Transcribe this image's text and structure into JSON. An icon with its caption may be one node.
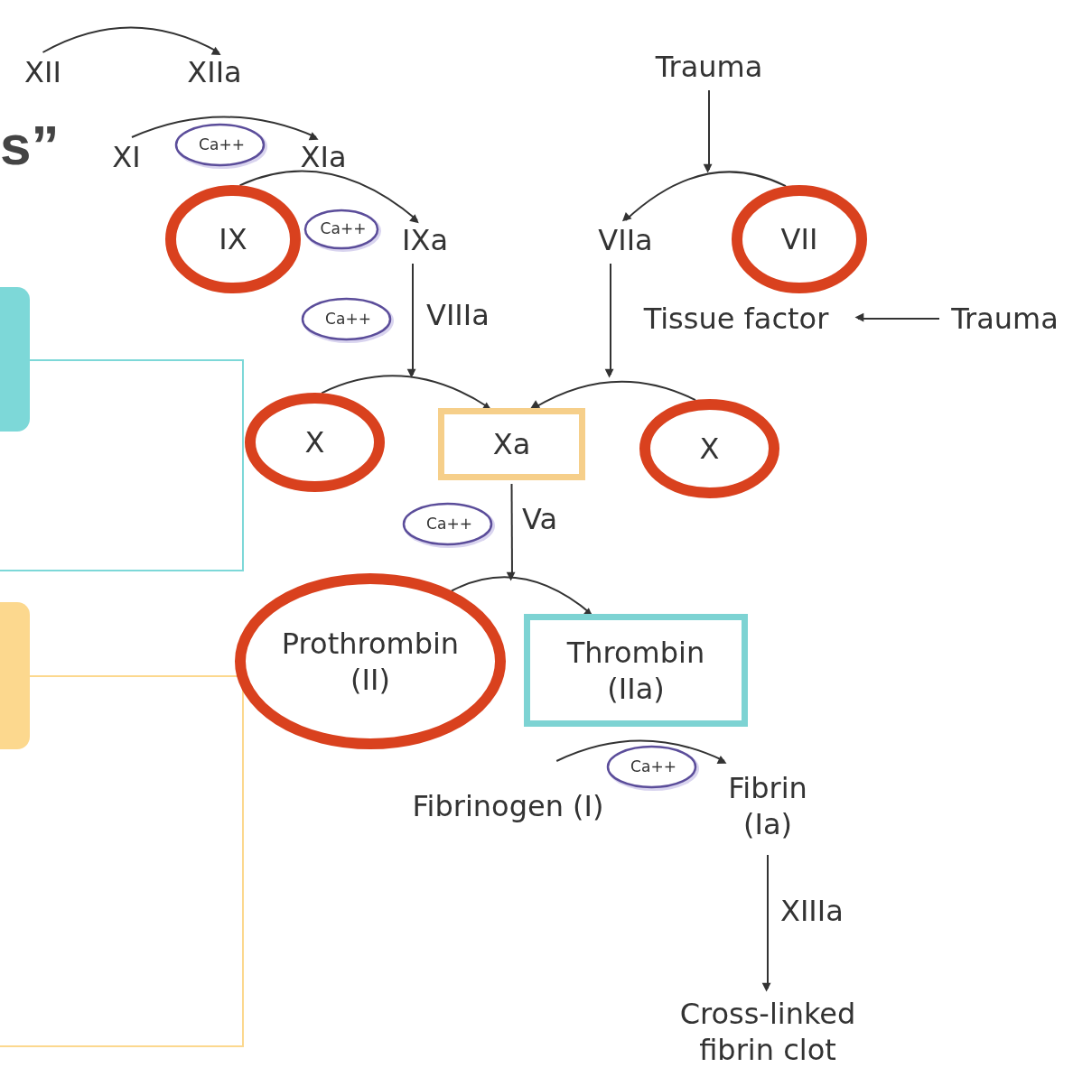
{
  "diagram": {
    "nodes": [
      {
        "text": [
          "XII"
        ]
      },
      {
        "text": [
          "XIIa"
        ]
      },
      {
        "text": [
          "XI"
        ]
      },
      {
        "text": [
          "Ca++"
        ]
      },
      {
        "text": [
          "XIa"
        ]
      },
      {
        "text": [
          "Trauma"
        ]
      },
      {
        "text": [
          "IX"
        ]
      },
      {
        "text": [
          "Ca++"
        ]
      },
      {
        "text": [
          "IXa"
        ]
      },
      {
        "text": [
          "VIIa"
        ]
      },
      {
        "text": [
          "VII"
        ]
      },
      {
        "text": [
          "Ca++"
        ]
      },
      {
        "text": [
          "Tissue factor"
        ]
      },
      {
        "text": [
          "Trauma"
        ]
      },
      {
        "text": [
          "X"
        ]
      },
      {
        "text": [
          "Xa"
        ]
      },
      {
        "text": [
          "X"
        ]
      },
      {
        "text": [
          "Ca++"
        ]
      },
      {
        "text": [
          "Prothrombin (II)"
        ]
      },
      {
        "text": [
          "Thrombin (IIa)"
        ]
      },
      {
        "text": [
          "Fibrinogen (I)"
        ]
      },
      {
        "text": [
          "Ca++"
        ]
      },
      {
        "text": [
          "Fibrin (Ia)"
        ]
      },
      {
        "text": [
          "Cross-linked fibrin clot"
        ]
      }
    ],
    "edges": [
      {
        "from": 0,
        "to": 1,
        "arrow": "to"
      },
      {
        "from": 2,
        "to": 4,
        "arrow": "to"
      },
      {
        "from": 6,
        "to": 8,
        "arrow": "to"
      },
      {
        "from": 5,
        "to": null,
        "arrow": "to"
      },
      {
        "from": 10,
        "to": 9,
        "arrow": "to"
      },
      {
        "from": 8,
        "to": null,
        "arrow": "to",
        "label": "VIIIa"
      },
      {
        "from": 9,
        "to": null,
        "arrow": "to"
      },
      {
        "from": 13,
        "to": 12,
        "arrow": "to"
      },
      {
        "from": 14,
        "to": 15,
        "arrow": "to"
      },
      {
        "from": 16,
        "to": 15,
        "arrow": "to"
      },
      {
        "from": 15,
        "to": null,
        "arrow": "to",
        "label": "Va"
      },
      {
        "from": 18,
        "to": 19,
        "arrow": "to"
      },
      {
        "from": 20,
        "to": 22,
        "arrow": "to"
      },
      {
        "from": 22,
        "to": 23,
        "arrow": "to",
        "label": "XIIIa"
      }
    ],
    "labels": [
      "s”"
    ]
  }
}
